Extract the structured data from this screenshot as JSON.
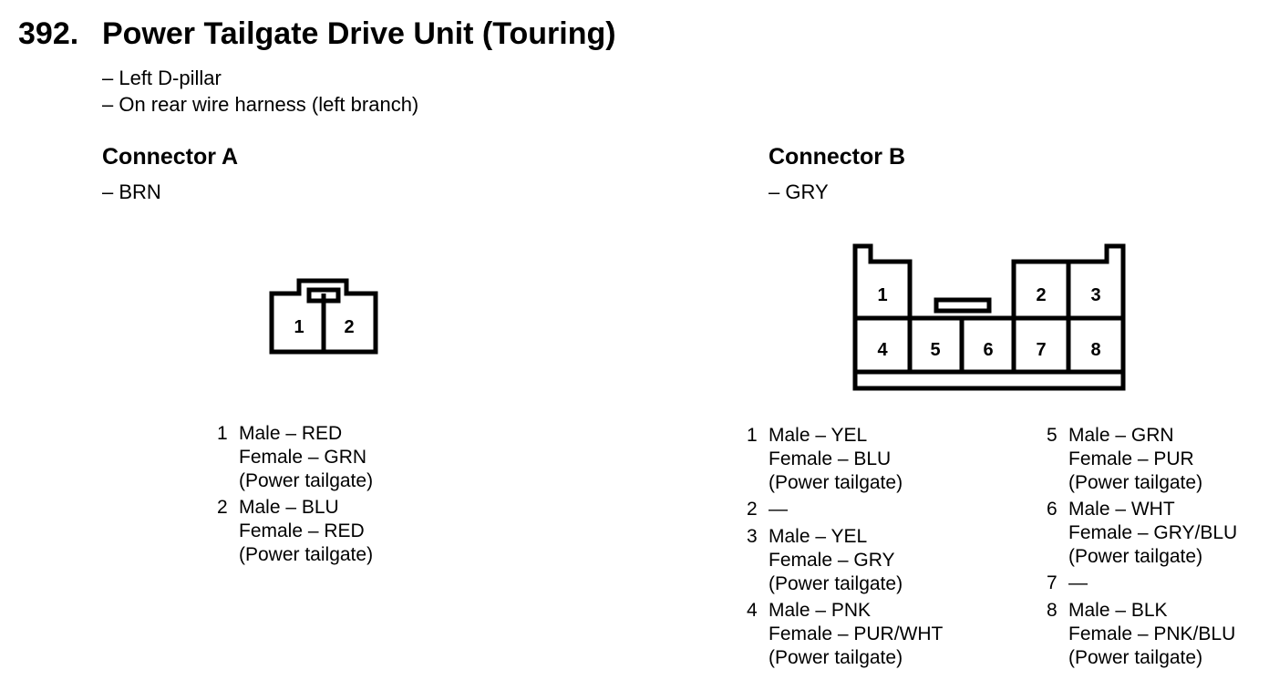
{
  "title": {
    "number": "392.",
    "text": "Power Tailgate Drive Unit (Touring)"
  },
  "locations": [
    "– Left D-pillar",
    "– On rear wire harness (left branch)"
  ],
  "connector_a": {
    "heading": "Connector A",
    "color": "– BRN",
    "cavity_labels": [
      "1",
      "2"
    ],
    "pins": [
      {
        "num": "1",
        "male": "Male – RED",
        "female": "Female – GRN",
        "circuit": "(Power tailgate)"
      },
      {
        "num": "2",
        "male": "Male – BLU",
        "female": "Female – RED",
        "circuit": "(Power tailgate)"
      }
    ]
  },
  "connector_b": {
    "heading": "Connector B",
    "color": "– GRY",
    "cavity_labels": [
      "1",
      "2",
      "3",
      "4",
      "5",
      "6",
      "7",
      "8"
    ],
    "pins": [
      {
        "num": "1",
        "male": "Male – YEL",
        "female": "Female – BLU",
        "circuit": "(Power tailgate)"
      },
      {
        "num": "2",
        "empty": "—"
      },
      {
        "num": "3",
        "male": "Male – YEL",
        "female": "Female – GRY",
        "circuit": "(Power tailgate)"
      },
      {
        "num": "4",
        "male": "Male – PNK",
        "female": "Female – PUR/WHT",
        "circuit": "(Power tailgate)"
      },
      {
        "num": "5",
        "male": "Male – GRN",
        "female": "Female – PUR",
        "circuit": "(Power tailgate)"
      },
      {
        "num": "6",
        "male": "Male – WHT",
        "female": "Female – GRY/BLU",
        "circuit": "(Power tailgate)"
      },
      {
        "num": "7",
        "empty": "—"
      },
      {
        "num": "8",
        "male": "Male – BLK",
        "female": "Female – PNK/BLU",
        "circuit": "(Power tailgate)"
      }
    ]
  }
}
